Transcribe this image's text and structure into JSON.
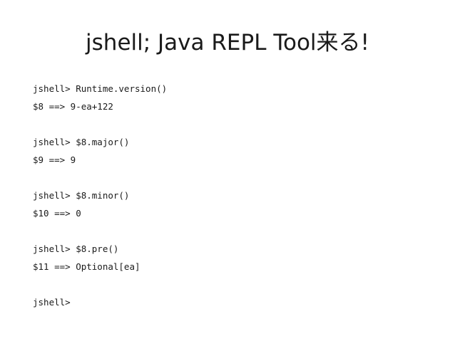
{
  "title": "jshell; Java REPL Tool来る!",
  "session": [
    {
      "prompt": "jshell> Runtime.version()",
      "output": "$8 ==> 9-ea+122"
    },
    {
      "prompt": "jshell> $8.major()",
      "output": "$9 ==> 9"
    },
    {
      "prompt": "jshell> $8.minor()",
      "output": "$10 ==> 0"
    },
    {
      "prompt": "jshell> $8.pre()",
      "output": "$11 ==> Optional[ea]"
    }
  ],
  "final_prompt": "jshell>"
}
